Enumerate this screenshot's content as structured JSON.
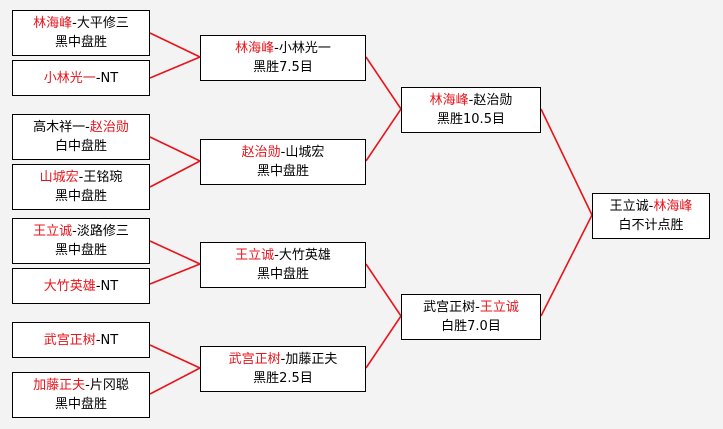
{
  "colors": {
    "winner": "#e8141c",
    "line": "#e8141c",
    "border": "#000000",
    "box": "#ffffff",
    "background": "#f2f3f2"
  },
  "round1": [
    {
      "winner": "林海峰",
      "sep": "-",
      "loser": "大平修三",
      "result": "黑中盘胜"
    },
    {
      "winner": "小林光一",
      "sep": "-",
      "loser": "NT",
      "result": ""
    },
    {
      "pre": "高木祥一",
      "sep": "-",
      "winner": "赵治勋",
      "result": "白中盘胜"
    },
    {
      "winner": "山城宏",
      "sep": "-",
      "loser": "王铭琬",
      "result": "黑中盘胜"
    },
    {
      "winner": "王立诚",
      "sep": "-",
      "loser": "淡路修三",
      "result": "黑中盘胜"
    },
    {
      "winner": "大竹英雄",
      "sep": "-",
      "loser": "NT",
      "result": ""
    },
    {
      "winner": "武宫正树",
      "sep": "-",
      "loser": "NT",
      "result": ""
    },
    {
      "winner": "加藤正夫",
      "sep": "-",
      "loser": "片冈聪",
      "result": "黑中盘胜"
    }
  ],
  "round2": [
    {
      "winner": "林海峰",
      "sep": "-",
      "loser": "小林光一",
      "result": "黑胜7.5目"
    },
    {
      "winner": "赵治勋",
      "sep": "-",
      "loser": "山城宏",
      "result": "黑中盘胜"
    },
    {
      "winner": "王立诚",
      "sep": "-",
      "loser": "大竹英雄",
      "result": "黑中盘胜"
    },
    {
      "winner": "武宫正树",
      "sep": "-",
      "loser": "加藤正夫",
      "result": "黑胜2.5目"
    }
  ],
  "semis": [
    {
      "winner": "林海峰",
      "sep": "-",
      "loser": "赵治勋",
      "result": "黑胜10.5目"
    },
    {
      "pre": "武宫正树",
      "sep": "-",
      "winner": "王立诚",
      "result": "白胜7.0目"
    }
  ],
  "final": {
    "pre": "王立诚",
    "sep": "-",
    "winner": "林海峰",
    "result": "白不计点胜"
  }
}
